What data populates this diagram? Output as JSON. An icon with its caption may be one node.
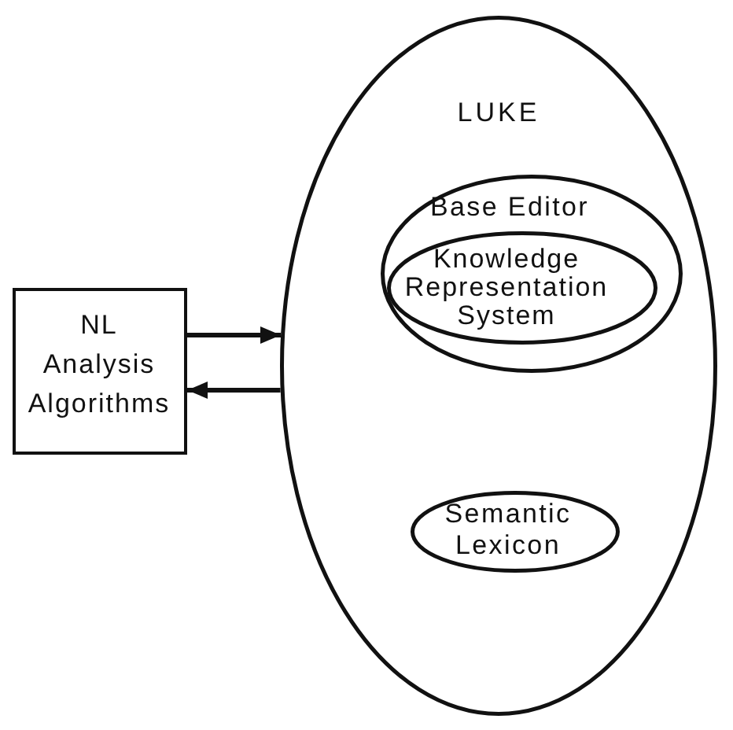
{
  "diagram": {
    "nodes": [
      {
        "text": [
          "LUKE"
        ]
      },
      {
        "text": [
          "Base Editor"
        ],
        "in": 0
      },
      {
        "text": [
          "Knowledge Representation System"
        ],
        "in": 1
      },
      {
        "text": [
          "Semantic Lexicon"
        ],
        "in": 0
      },
      {
        "text": [
          "NL Analysis Algorithms"
        ]
      }
    ],
    "edges": [
      {
        "from": 4,
        "to": 0,
        "arrow": "to"
      },
      {
        "from": 0,
        "to": 4,
        "arrow": "to"
      }
    ]
  }
}
